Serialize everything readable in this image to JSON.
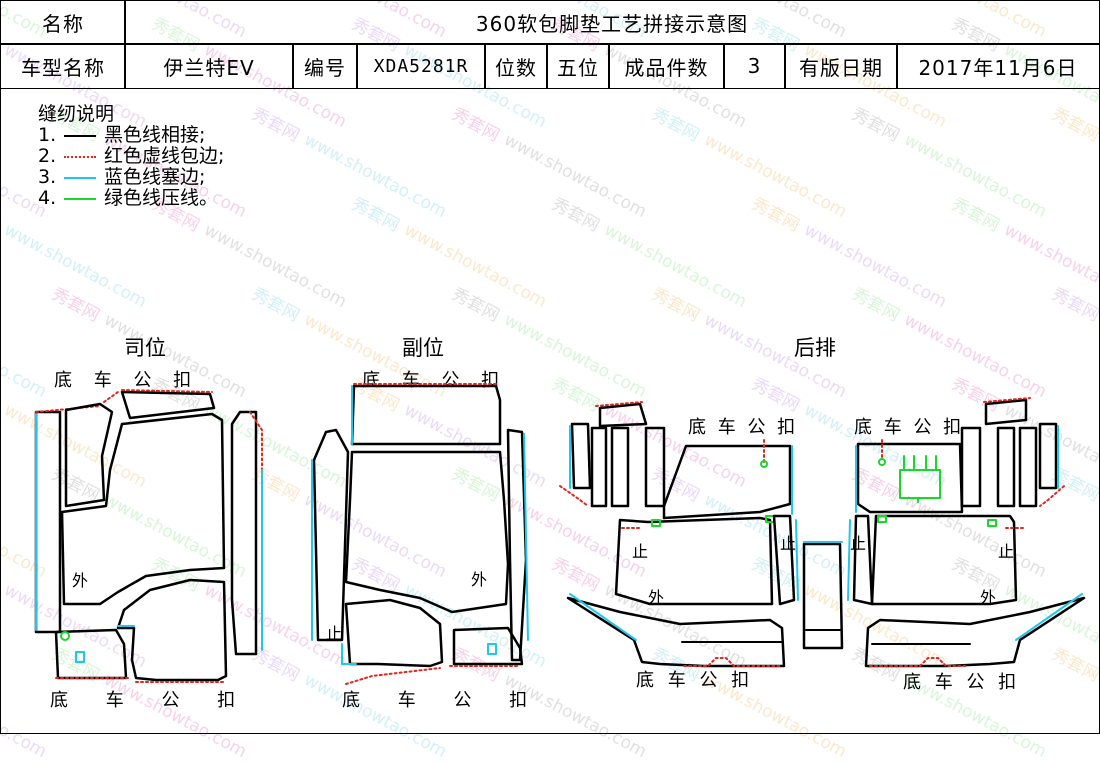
{
  "header": {
    "name_label": "名称",
    "title": "360软包脚垫工艺拼接示意图",
    "model_label": "车型名称",
    "model_value": "伊兰特EV",
    "code_label": "编号",
    "code_value": "XDA5281R",
    "position_label": "位数",
    "position_value": "五位",
    "pieces_label": "成品件数",
    "pieces_value": "3",
    "date_label": "有版日期",
    "date_value": "2017年11月6日"
  },
  "legend": {
    "title": "缝纫说明",
    "items": [
      {
        "num": "1.",
        "text": "黑色线相接;",
        "color": "#000000",
        "style": "solid"
      },
      {
        "num": "2.",
        "text": "红色虚线包边;",
        "color": "#e0261e",
        "style": "dotted"
      },
      {
        "num": "3.",
        "text": "蓝色线塞边;",
        "color": "#1fc8e8",
        "style": "solid"
      },
      {
        "num": "4.",
        "text": "绿色线压线。",
        "color": "#18d82a",
        "style": "solid"
      }
    ]
  },
  "panels": {
    "driver": {
      "title": "司位",
      "top_clip": "底 车 公 扣",
      "bottom_clip": "底 车 公 扣",
      "outer_label": "外"
    },
    "passenger": {
      "title": "副位",
      "top_clip": "底 车 公 扣",
      "bottom_clip": "底 车 公 扣",
      "outer_label": "外",
      "stop_label": "止"
    },
    "rear": {
      "title": "后排",
      "left_clip": "底 车 公 扣",
      "right_clip": "底 车 公 扣",
      "left_bottom_clip": "底 车 公 扣",
      "right_bottom_clip": "底 车 公 扣",
      "outer_left": "外",
      "outer_right": "外",
      "stop_labels": [
        "止",
        "止",
        "止",
        "止"
      ]
    }
  },
  "watermark": {
    "brand": "秀套网",
    "url": "www.showtao.com"
  },
  "colors": {
    "black_seam": "#000000",
    "red_binding": "#e0261e",
    "blue_tuck": "#1fc8e8",
    "green_press": "#18d82a"
  }
}
